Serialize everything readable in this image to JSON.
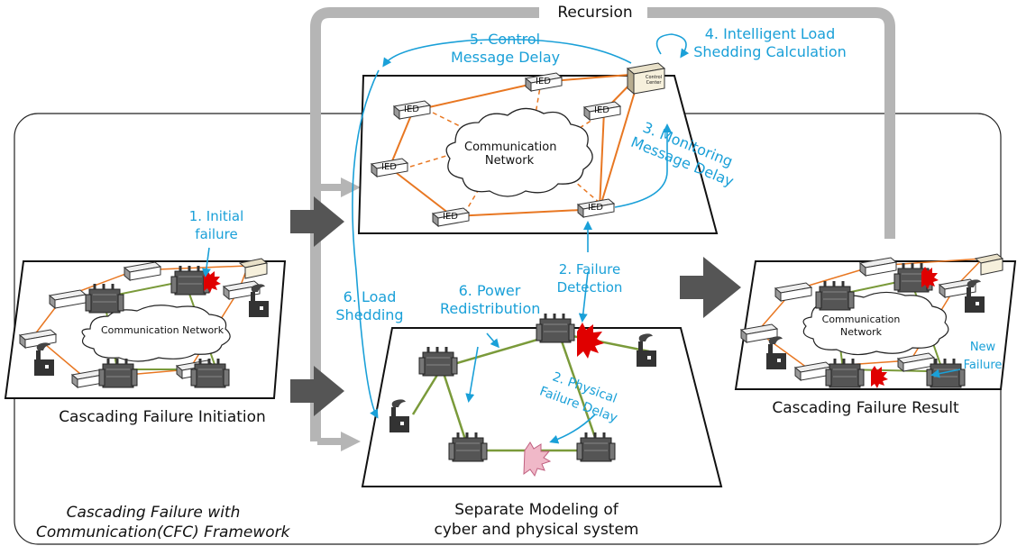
{
  "labels": {
    "recursion": "Recursion",
    "step1": "1. Initial\nfailure",
    "step2a": "2. Failure\nDetection",
    "step2b": "2. Physical\nFailure Delay",
    "step3": "3. Monitoring\nMessage Delay",
    "step4": "4. Intelligent Load\nShedding Calculation",
    "step5": "5. Control\nMessage Delay",
    "step6a": "6. Load\nShedding",
    "step6b": "6. Power\nRedistribution",
    "new_failure": "New\nFailure",
    "init_caption": "Cascading Failure Initiation",
    "result_caption": "Cascading Failure Result",
    "separate_caption": "Separate Modeling of\ncyber and physical system",
    "framework_caption": "Cascading Failure with\nCommunication(CFC) Framework",
    "comm_network": "Communication\nNetwork",
    "comm_network_left": "Communication Network",
    "comm_network_right": "Communication\nNetwork",
    "ied": "IED",
    "control_center": "Control\nCenter"
  },
  "colors": {
    "blue": "#1aa0d8",
    "orange": "#e87722",
    "green": "#7a9a3a",
    "gray_arrow": "#b5b5b5",
    "dark_arrow": "#555555",
    "failure_red": "#e00000",
    "failure_pink": "#f0b8c8"
  }
}
